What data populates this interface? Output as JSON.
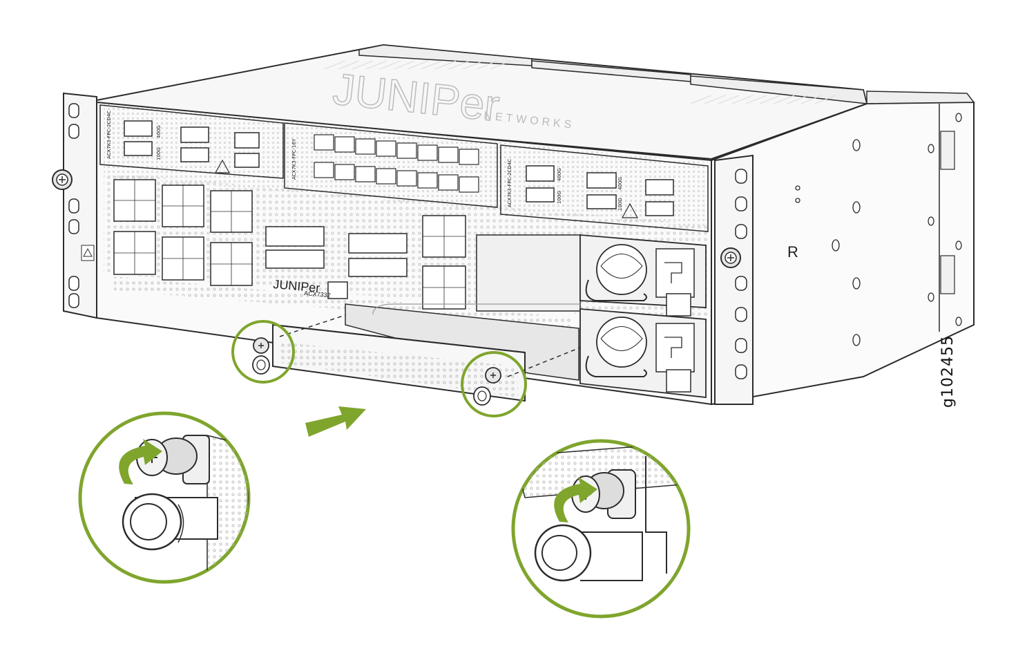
{
  "figure": {
    "id": "g102455"
  },
  "chassis": {
    "brand_top": "JUNIPer",
    "brand_top_sub": "NETWORKS",
    "front_logo": "JUNIPer",
    "model": "ACX7332",
    "mpc_labels": [
      "ACX7K3-FPC-2CD4C",
      "ACX7K3-FPC-16Y",
      "ACX7K3-FPC-2CD4C"
    ],
    "port_speed_labels": [
      "400G",
      "100G",
      "400G",
      "100G",
      "400G",
      "100G"
    ],
    "rear_mark": "R"
  },
  "colors": {
    "accent": "#7fa52d",
    "line": "#2b2b2b",
    "panel_fill": "#f4f4f4",
    "perforation": "#bdbdbd"
  },
  "icons": {
    "direction_arrow": "arrow-right-icon",
    "rotate_clockwise": "rotate-clockwise-icon",
    "captive_screw": "captive-screw-icon",
    "warning": "warning-triangle-icon"
  }
}
